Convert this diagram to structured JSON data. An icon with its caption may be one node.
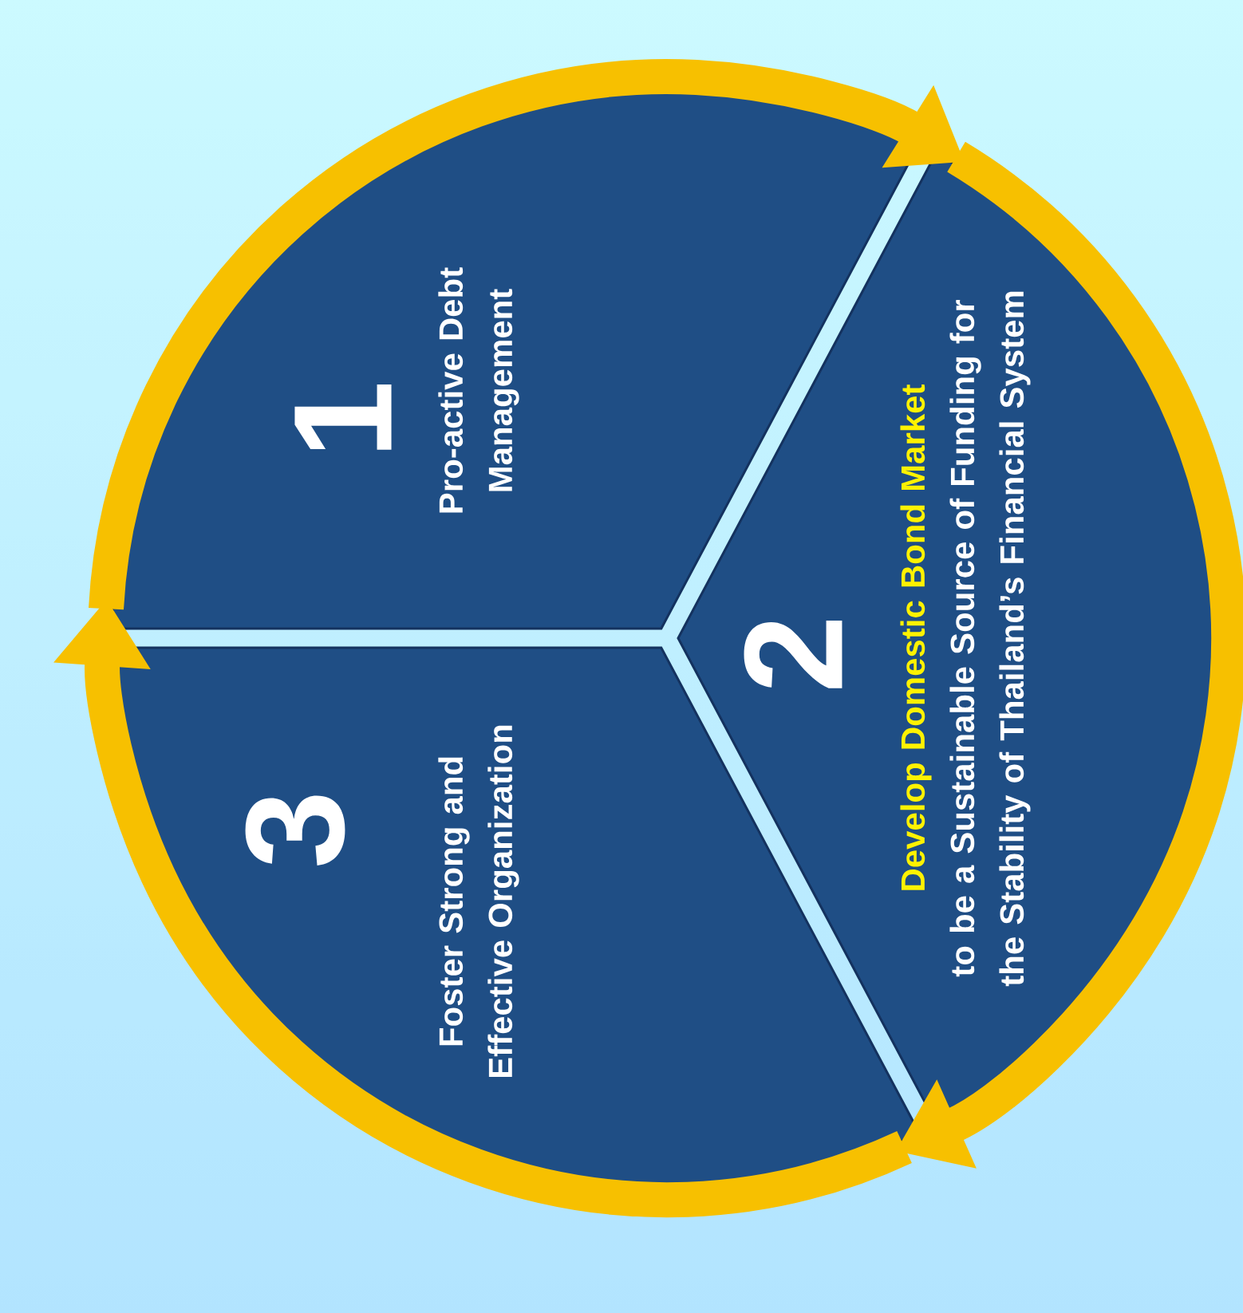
{
  "diagram": {
    "nodes": [
      {
        "text": [
          "1",
          "Pro-active Debt Management"
        ]
      },
      {
        "text": [
          "2",
          "Develop Domestic Bond Market",
          "to be a Sustainable Source of Funding for the Stability of Thailand’s Financial System"
        ]
      },
      {
        "text": [
          "3",
          "Foster Strong and Effective Organization"
        ]
      }
    ],
    "edges": [
      {
        "from": 0,
        "to": 1,
        "arrow": "to"
      },
      {
        "from": 1,
        "to": 2,
        "arrow": "to"
      },
      {
        "from": 2,
        "to": 0,
        "arrow": "to"
      }
    ]
  }
}
